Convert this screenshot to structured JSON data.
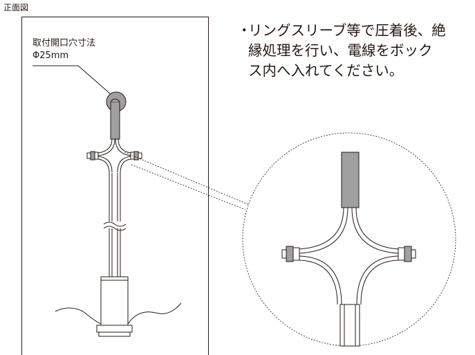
{
  "view_title": "正面図",
  "hole_label": {
    "line1": "取付開口穴寸法",
    "line2": "Φ25mm"
  },
  "note": {
    "bullet": "・",
    "lines": [
      "リングスリーブ等で圧着後、絶",
      "縁処理を行い、電線をボック",
      "ス内へ入れてください。"
    ]
  },
  "colors": {
    "line": "#231815",
    "gray": "#a0a0a0",
    "background": "#ffffff"
  }
}
